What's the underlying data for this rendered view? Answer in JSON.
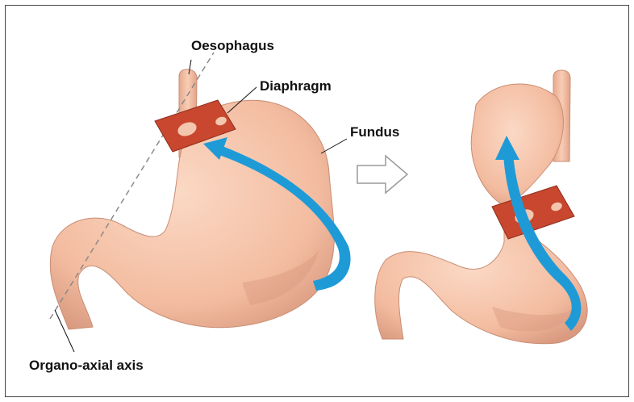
{
  "figure": {
    "labels": {
      "oesophagus": "Oesophagus",
      "diaphragm": "Diaphragm",
      "fundus": "Fundus",
      "organo_axial_axis": "Organo-axial axis"
    },
    "colors": {
      "stomach": "#f5c2a6",
      "stomach_shadow": "#d99a80",
      "diaphragm": "#c8472e",
      "arrow": "#1e9bd7",
      "axis": "#8a8a8a"
    },
    "icons": {
      "transition": "hollow-right-arrow-icon"
    }
  }
}
